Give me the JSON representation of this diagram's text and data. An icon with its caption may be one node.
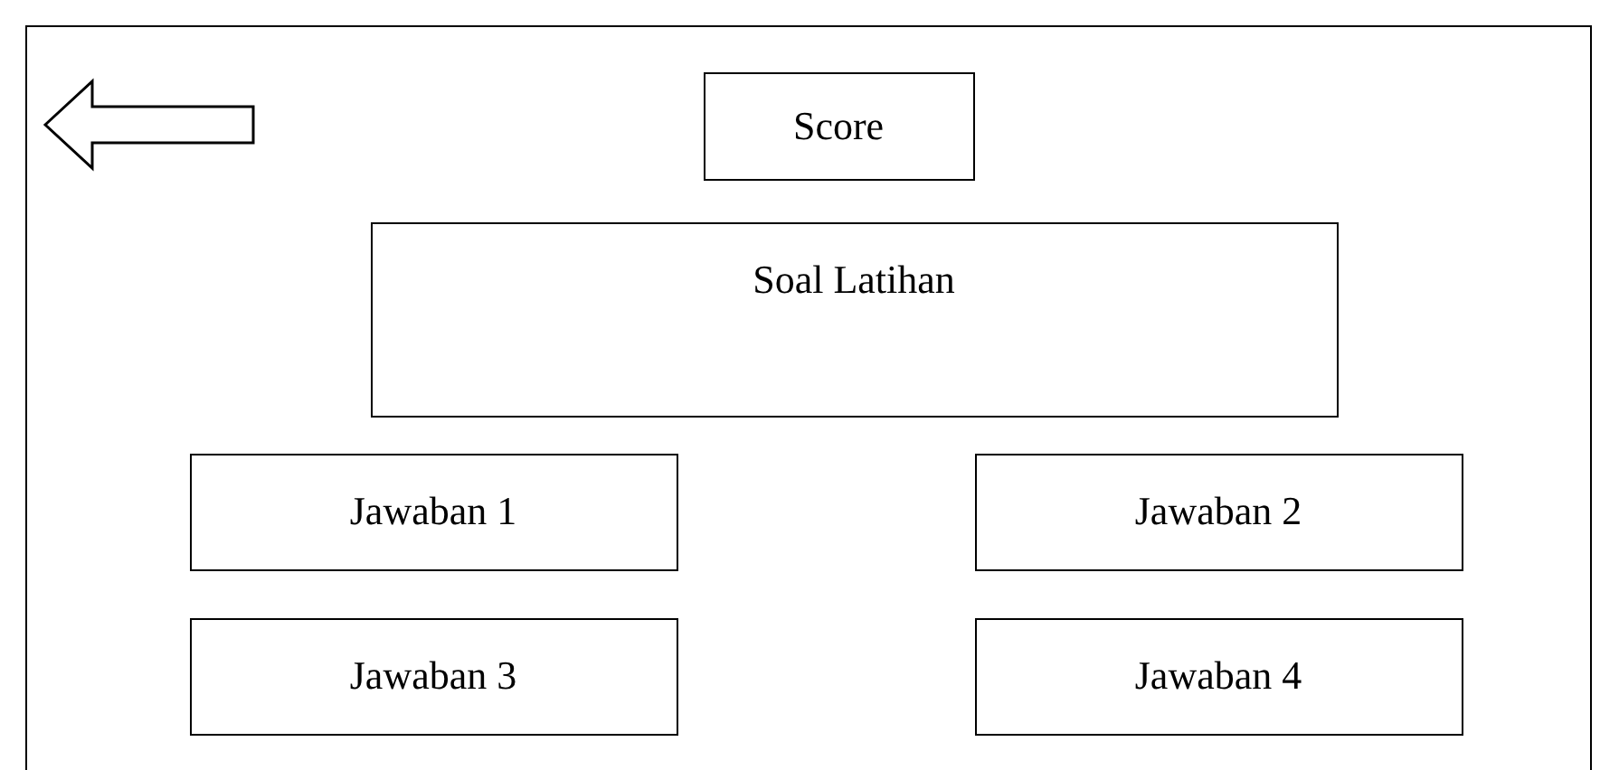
{
  "diagram": {
    "nodes": [
      {
        "text": [],
        "shape": "box"
      },
      {
        "text": [
          "Score"
        ],
        "in": 0
      },
      {
        "text": [
          "Soal Latihan"
        ],
        "in": 0
      },
      {
        "text": [
          "Jawaban 1"
        ],
        "in": 0
      },
      {
        "text": [
          "Jawaban 2"
        ],
        "in": 0
      },
      {
        "text": [
          "Jawaban 3"
        ],
        "in": 0
      },
      {
        "text": [
          "Jawaban 4"
        ],
        "in": 0
      }
    ]
  }
}
